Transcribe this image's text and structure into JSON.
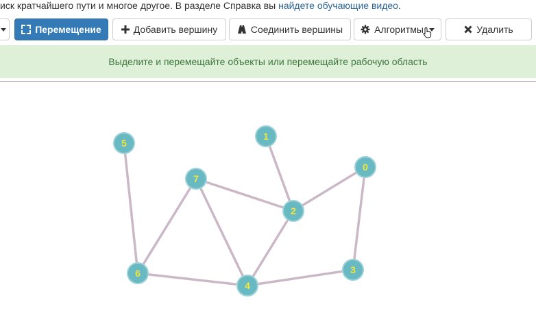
{
  "intro": {
    "text": "иск кратчайшего пути и многое другое. В разделе Справка вы ",
    "link": "найдете обучающие видео",
    "tail": "."
  },
  "toolbar": {
    "move_label": "Перемещение",
    "add_vertex_label": "Добавить вершину",
    "connect_label": "Соединить вершины",
    "algorithms_label": "Алгоритмы",
    "delete_label": "Удалить"
  },
  "alert": {
    "text": "Выделите и перемещайте объекты или перемещайте рабочую область"
  },
  "graph": {
    "vertices": [
      "0",
      "1",
      "2",
      "3",
      "4",
      "5",
      "6",
      "7"
    ],
    "edges": [
      [
        "5",
        "6"
      ],
      [
        "1",
        "2"
      ],
      [
        "0",
        "2"
      ],
      [
        "0",
        "3"
      ],
      [
        "7",
        "2"
      ],
      [
        "7",
        "6"
      ],
      [
        "7",
        "4"
      ],
      [
        "2",
        "4"
      ],
      [
        "6",
        "4"
      ],
      [
        "4",
        "3"
      ]
    ]
  },
  "colors": {
    "primary_button": "#337ab7",
    "alert_bg": "#dff0d8",
    "alert_text": "#3c763d",
    "vertex_fill": "#69b9c3",
    "vertex_label": "#f0e63c",
    "edge": "#cbb8c6",
    "link": "#2a6496"
  }
}
